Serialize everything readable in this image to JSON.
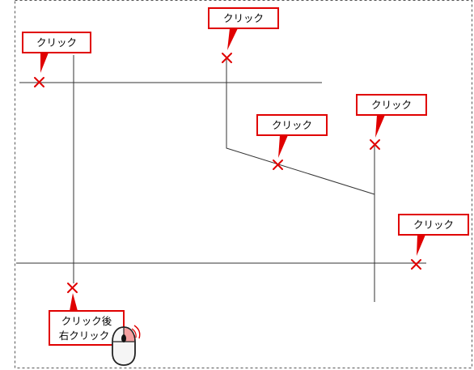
{
  "labels": {
    "c1": "クリック",
    "c2": "クリック",
    "c3": "クリック",
    "c4": "クリック",
    "c5": "クリック",
    "c6_line1": "クリック後",
    "c6_line2": "右クリック"
  },
  "colors": {
    "marker": "#e00000",
    "callout_border": "#e00000",
    "line": "#333333",
    "frame": "#555555",
    "mouse_button": "#f4a0a0"
  },
  "icons": {
    "mouse": "mouse-right-click-icon",
    "marker": "x-marker-icon"
  }
}
